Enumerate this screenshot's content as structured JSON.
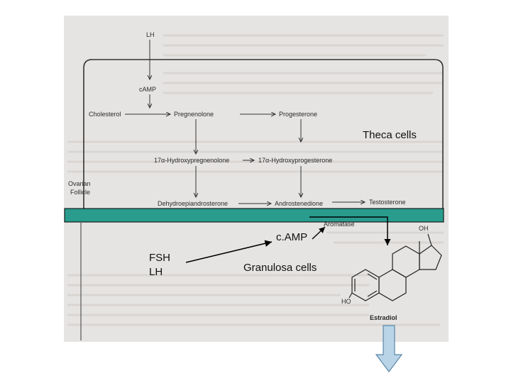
{
  "scan": {
    "lh_top": "LH",
    "camp_top": "cAMP",
    "cholesterol": "Cholesterol",
    "pregnenolone": "Pregnenolone",
    "progesterone": "Progesterone",
    "hydroxypregnenolone": "17α-Hydroxypregnenolone",
    "hydroxyprogesterone": "17α-Hydroxyprogesterone",
    "ovarian_follicle": "Ovarian\nFollicle",
    "dhea": "Dehydroepiandrosterone",
    "androstenedione": "Androstenedione",
    "testosterone": "Testosterone",
    "aromatase": "Aromatase",
    "oh_label": "OH",
    "ho_label": "HO",
    "estradiol": "Estradiol"
  },
  "overlay": {
    "theca_cells": "Theca cells",
    "camp_bottom": "c.AMP",
    "fsh_lh": "FSH\nLH",
    "granulosa_cells": "Granulosa cells"
  },
  "colors": {
    "membrane_band": "#2a9c8e",
    "down_arrow_fill": "#b8d4e6",
    "down_arrow_stroke": "#5a86a8"
  }
}
